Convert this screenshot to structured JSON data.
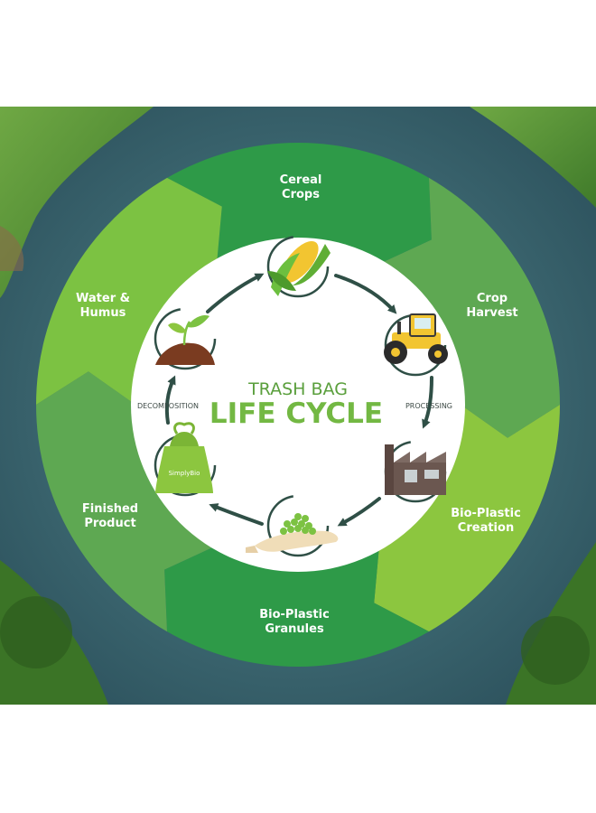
{
  "title": {
    "line1": "TRASH BAG",
    "line2": "LIFE CYCLE"
  },
  "arrow_labels": {
    "left": "DECOMPOSITION",
    "right": "PROCESSING"
  },
  "bag_brand": "SimplyBio",
  "segments": [
    {
      "id": "cereal-crops",
      "lines": [
        "Cereal",
        "Crops"
      ],
      "color": "#2e9a48"
    },
    {
      "id": "crop-harvest",
      "lines": [
        "Crop",
        "Harvest"
      ],
      "color": "#5ea852"
    },
    {
      "id": "bio-plastic-creation",
      "lines": [
        "Bio-Plastic",
        "Creation"
      ],
      "color": "#8cc63f"
    },
    {
      "id": "bio-plastic-granules",
      "lines": [
        "Bio-Plastic",
        "Granules"
      ],
      "color": "#2e9a48"
    },
    {
      "id": "finished-product",
      "lines": [
        "Finished",
        "Product"
      ],
      "color": "#5ea852"
    },
    {
      "id": "water-humus",
      "lines": [
        "Water &",
        "Humus"
      ],
      "color": "#7cc242"
    }
  ],
  "colors": {
    "arrow": "#2f4f46",
    "ring_dark": "#2e9a48",
    "ring_mid": "#5ea852",
    "ring_light": "#8cc63f",
    "title_green": "#73b843",
    "water": "#3e6d78",
    "grass": "#4f8f2e"
  }
}
